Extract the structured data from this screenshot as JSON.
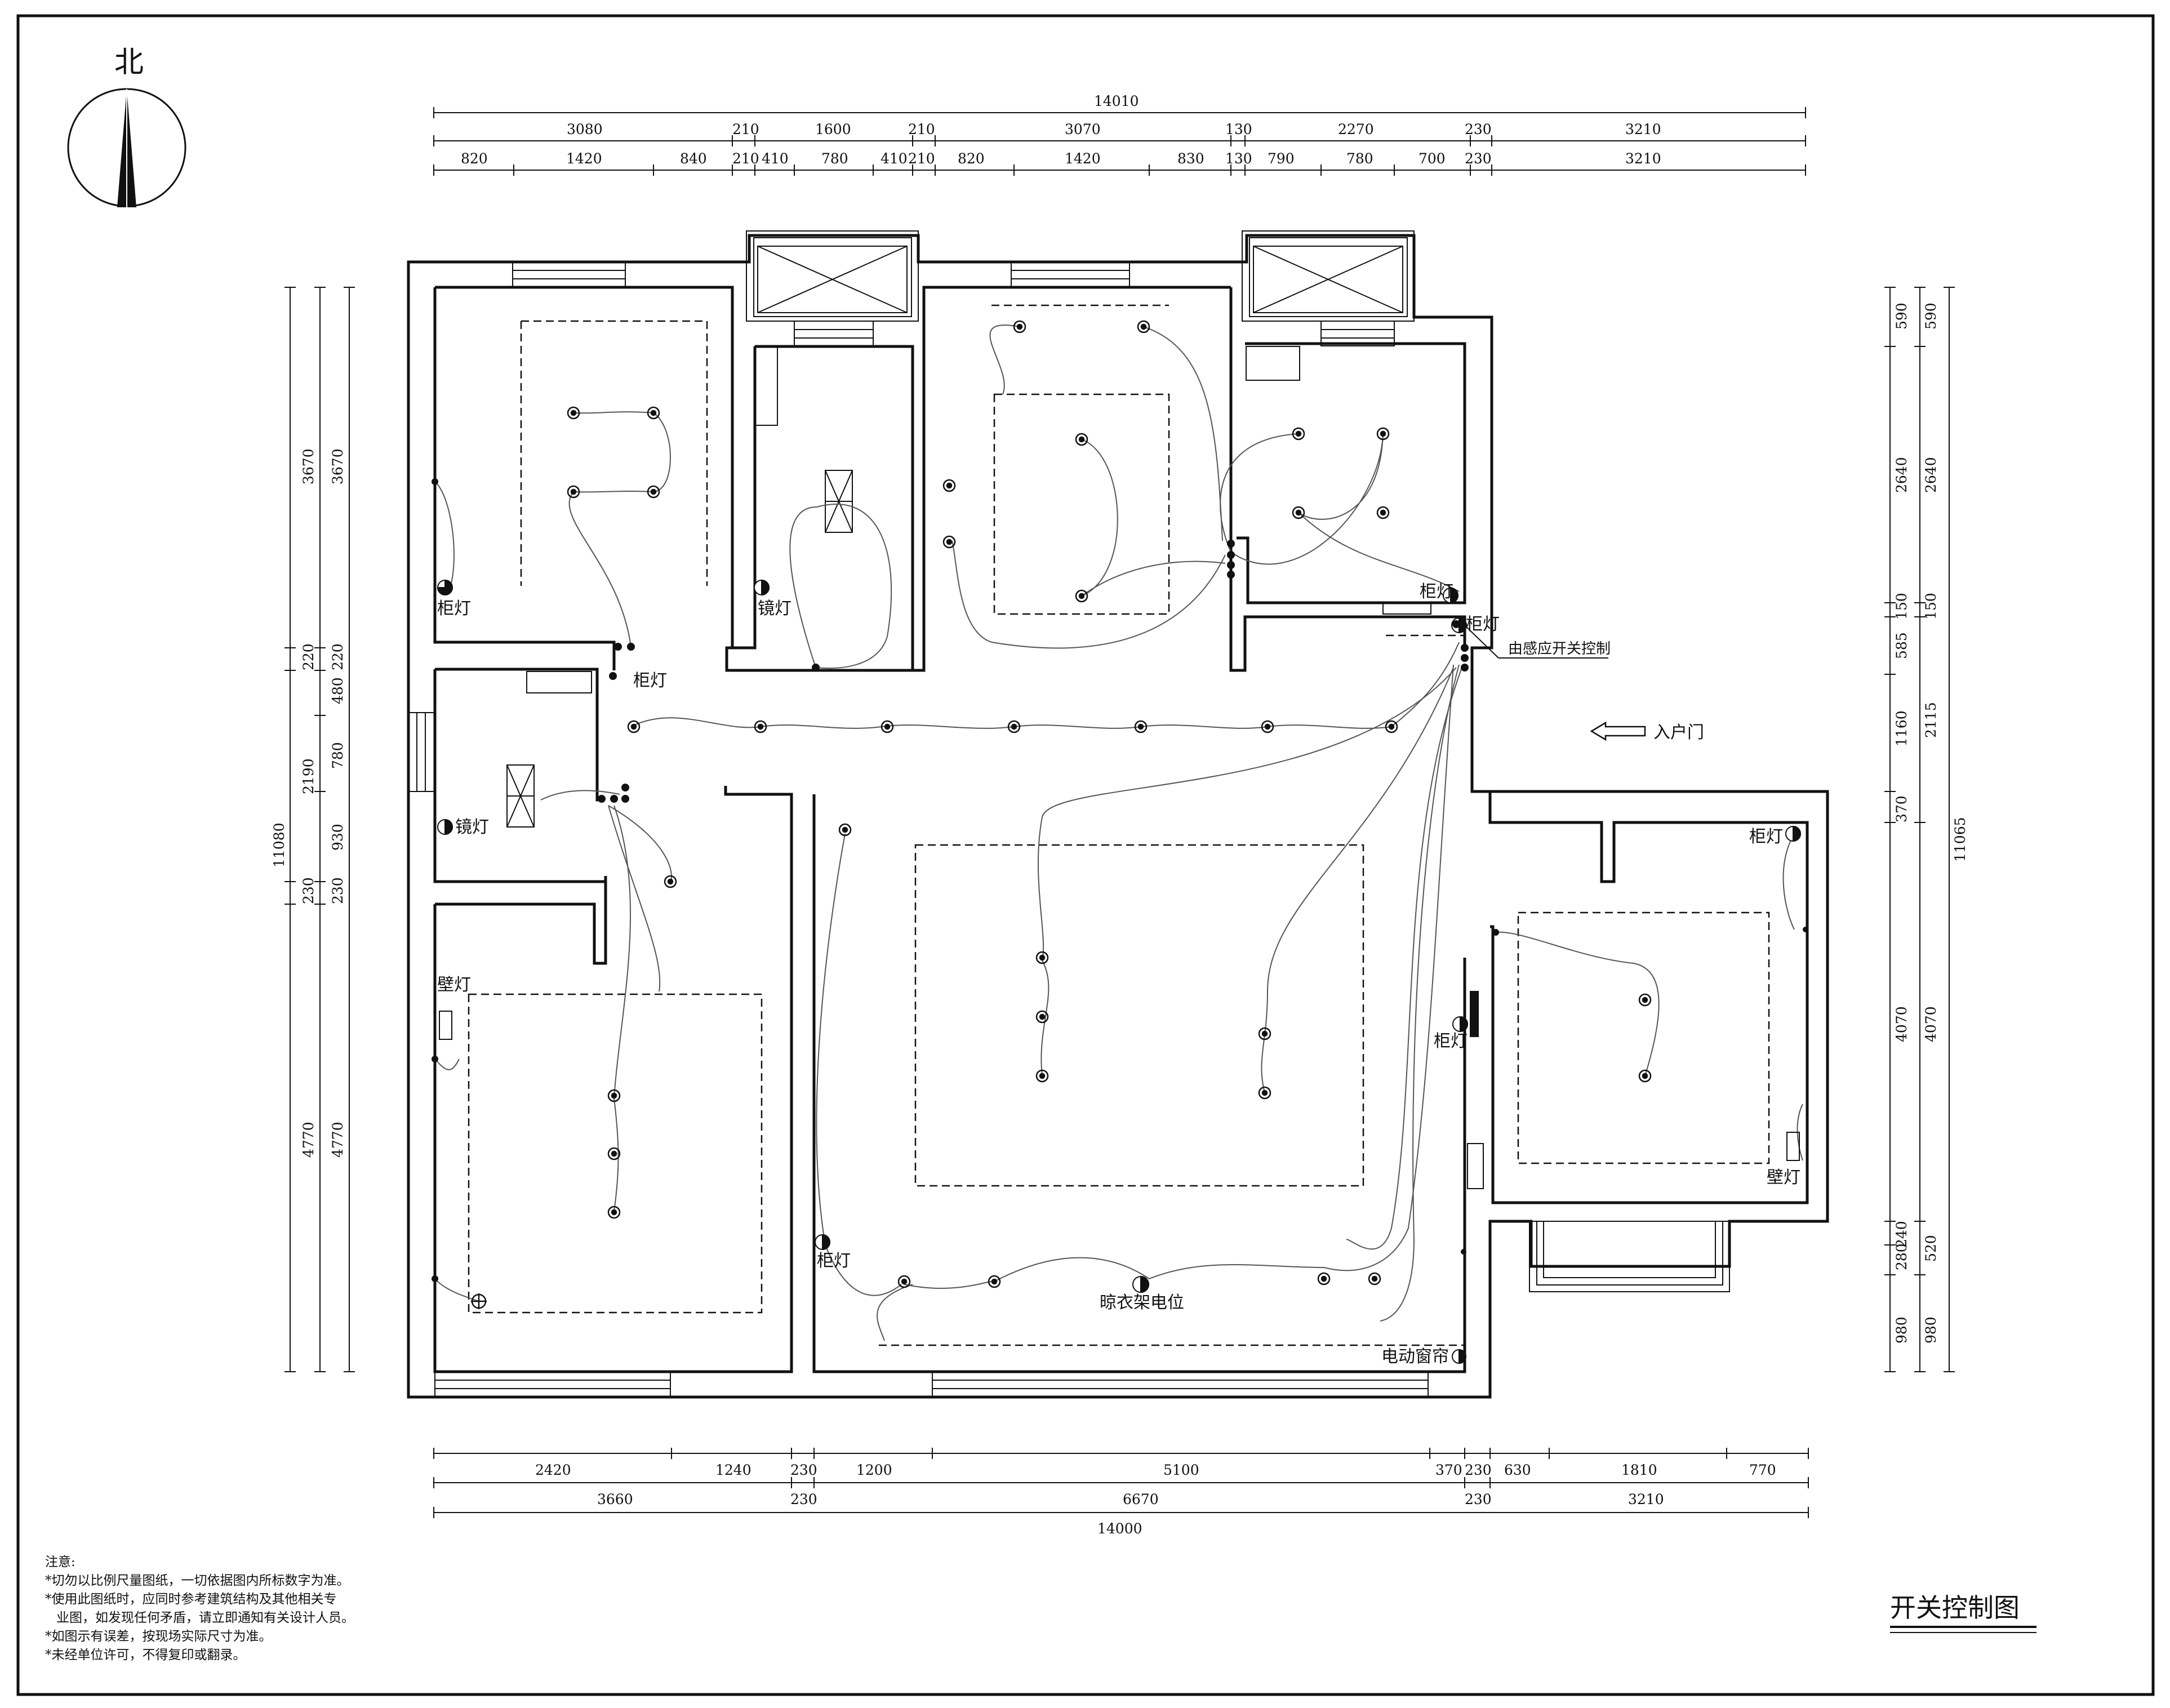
{
  "north": "北",
  "title": "开关控制图",
  "notes": {
    "heading": "注意:",
    "lines": [
      "*切勿以比例尺量图纸，一切依据图内所标数字为准。",
      "*使用此图纸时，应同时参考建筑结构及其他相关专",
      "业图，如发现任何矛盾，请立即通知有关设计人员。",
      "*如图示有误差，按现场实际尺寸为准。",
      "*未经单位许可，不得复印或翻录。"
    ]
  },
  "labels": {
    "cabinet_light": "柜灯",
    "mirror_light": "镜灯",
    "wall_light": "壁灯",
    "sensor_control": "由感应开关控制",
    "entrance": "入户门",
    "drying_rack": "晾衣架电位",
    "curtain": "电动窗帘"
  },
  "dimensions": {
    "top_total": "14010",
    "top_row1": [
      "3080",
      "210",
      "1600",
      "210",
      "3070",
      "130",
      "2270",
      "230",
      "3210"
    ],
    "top_row2": [
      "820",
      "1420",
      "840",
      "210",
      "410",
      "780",
      "410",
      "210",
      "820",
      "1420",
      "830",
      "130",
      "790",
      "780",
      "700",
      "230",
      "3210"
    ],
    "bottom_row1": [
      "2420",
      "1240",
      "230",
      "1200",
      "5100",
      "370",
      "230",
      "630",
      "1810",
      "770"
    ],
    "bottom_row2": [
      "3660",
      "230",
      "6670",
      "230",
      "3210"
    ],
    "bottom_total": "14000",
    "left_total": "11080",
    "left_outer": [
      "3670",
      "220",
      "2190",
      "230",
      "4770"
    ],
    "left_inner": [
      "3670",
      "220",
      "480",
      "780",
      "930",
      "230",
      "4770"
    ],
    "right_inner": [
      "590",
      "2640",
      "150",
      "585",
      "1160",
      "370",
      "4070",
      "240",
      "280",
      "980"
    ],
    "right_mid": [
      "590",
      "2640",
      "150",
      "2115",
      "4070",
      "520",
      "980"
    ],
    "right_total": "11065"
  }
}
